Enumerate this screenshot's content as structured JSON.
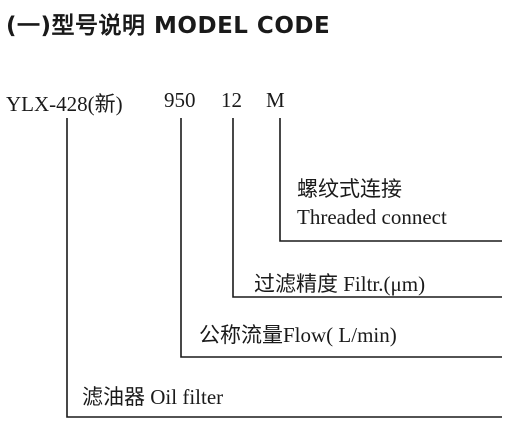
{
  "heading": "(一)型号说明  MODEL CODE",
  "model_code": {
    "model": "YLX-428(新)",
    "flow": "950",
    "filtration": "12",
    "connection": "M"
  },
  "descriptions": {
    "connection_cn": "螺纹式连接",
    "connection_en": "Threaded connect",
    "filtration": "过滤精度 Filtr.(μm)",
    "flow": "公称流量Flow( L/min)",
    "filter": "滤油器 Oil filter"
  }
}
